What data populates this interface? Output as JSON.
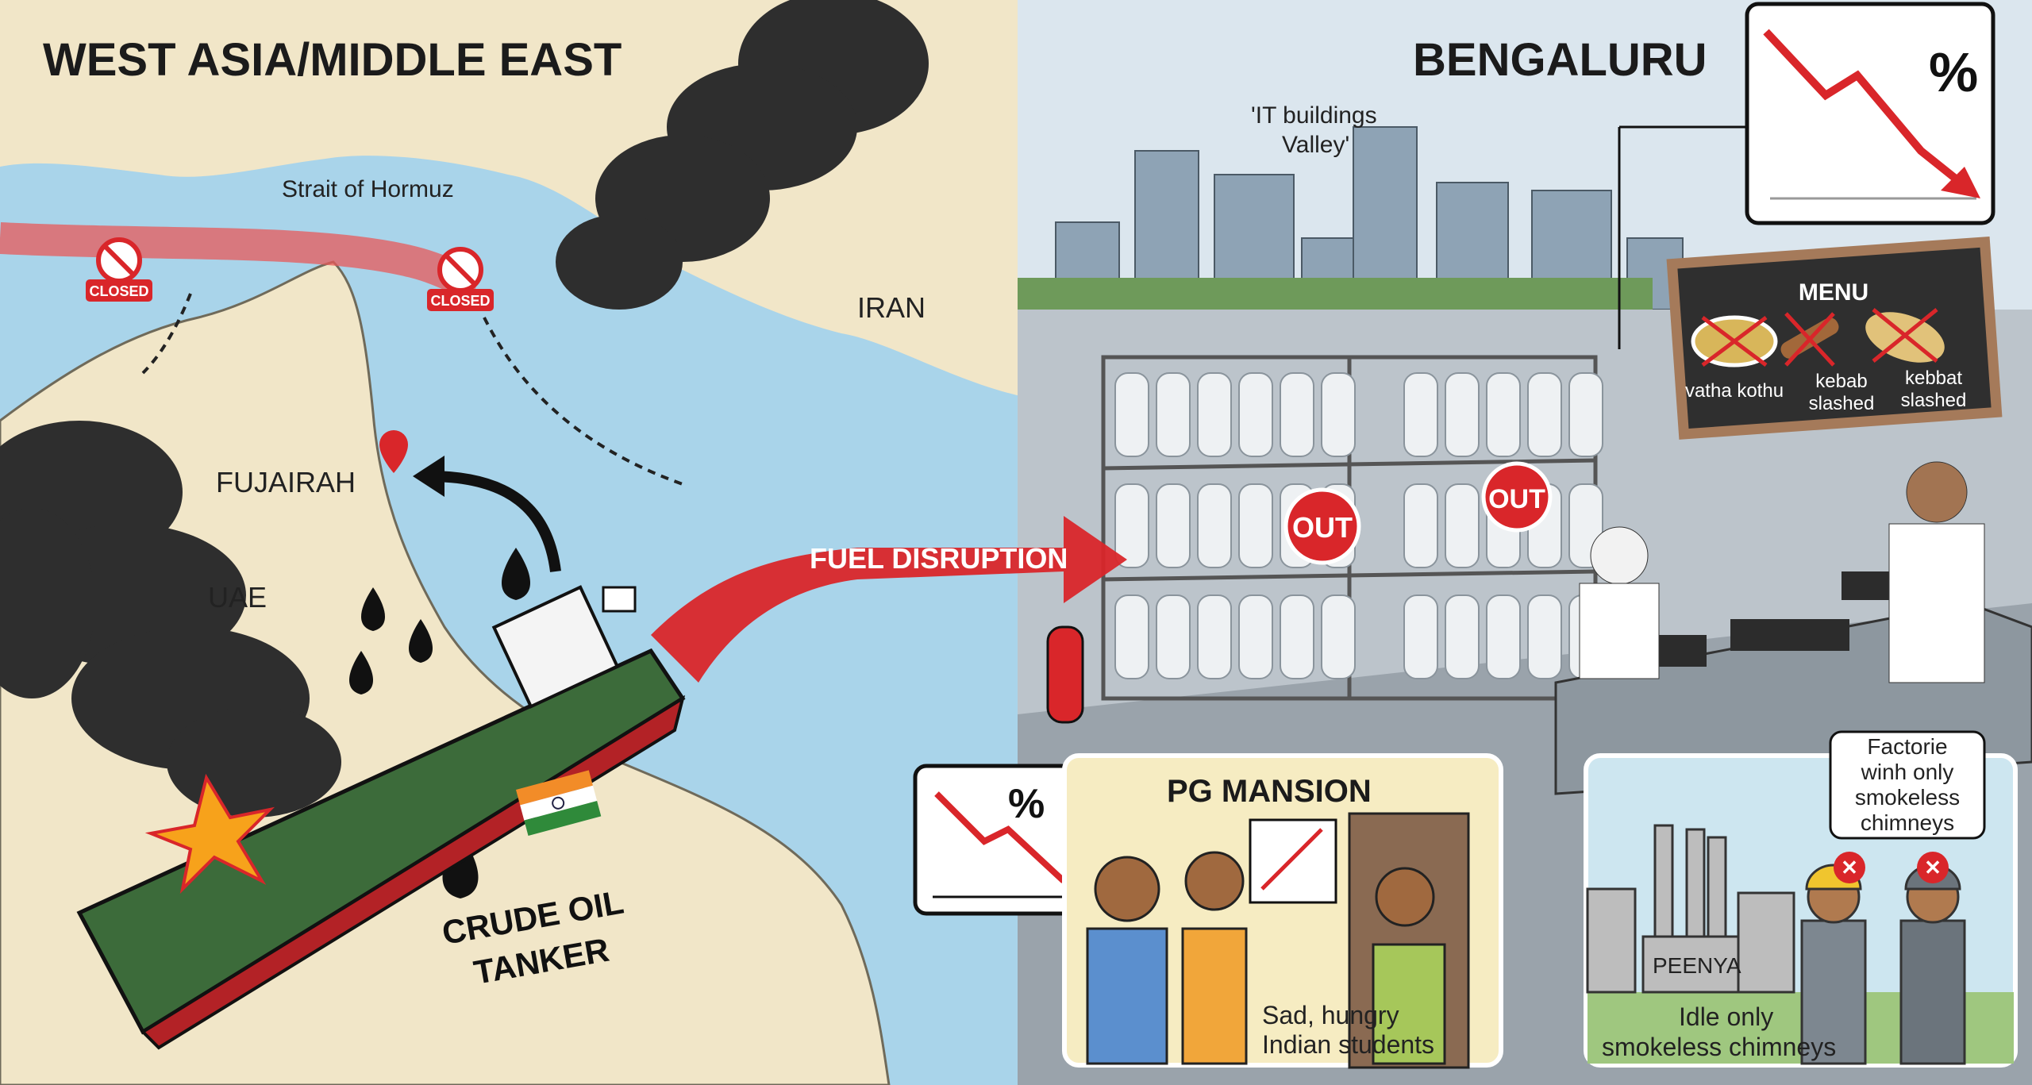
{
  "left_panel": {
    "title": "WEST ASIA/MIDDLE EAST",
    "strait_label": "Strait of Hormuz",
    "closed_badges": [
      "CLOSED",
      "CLOSED"
    ],
    "region_labels": {
      "iran": "IRAN",
      "fujairah": "FUJAIRAH",
      "uae": "UAE"
    },
    "tanker_label": [
      "CRUDE OIL",
      "TANKER"
    ],
    "arrow_label": "FUEL DISRUPTION"
  },
  "right_panel": {
    "title": "BENGALURU",
    "it_label": [
      "'IT buildings",
      "Valley'"
    ],
    "chart_symbol": "%",
    "out_badges": [
      "OUT",
      "OUT"
    ],
    "menu": {
      "title": "MENU",
      "items": [
        {
          "line1": "vatha kothu",
          "line2": ""
        },
        {
          "line1": "kebab",
          "line2": "slashed"
        },
        {
          "line1": "kebbat",
          "line2": "slashed"
        }
      ]
    },
    "small_chart_symbol": "%",
    "pg_panel": {
      "title": "PG MANSION",
      "caption": [
        "Sad, hungry",
        "Indian students"
      ]
    },
    "factory_panel": {
      "sign": "PEENYA",
      "callout": [
        "Factorie",
        "winh only",
        "smokeless",
        "chimneys"
      ],
      "caption": [
        "Idle only",
        "smokeless chimneys"
      ]
    }
  },
  "colors": {
    "sea": "#a9d4ea",
    "land": "#f1e6c8",
    "accent_red": "#d9262a",
    "wall": "#c9d0d6"
  }
}
